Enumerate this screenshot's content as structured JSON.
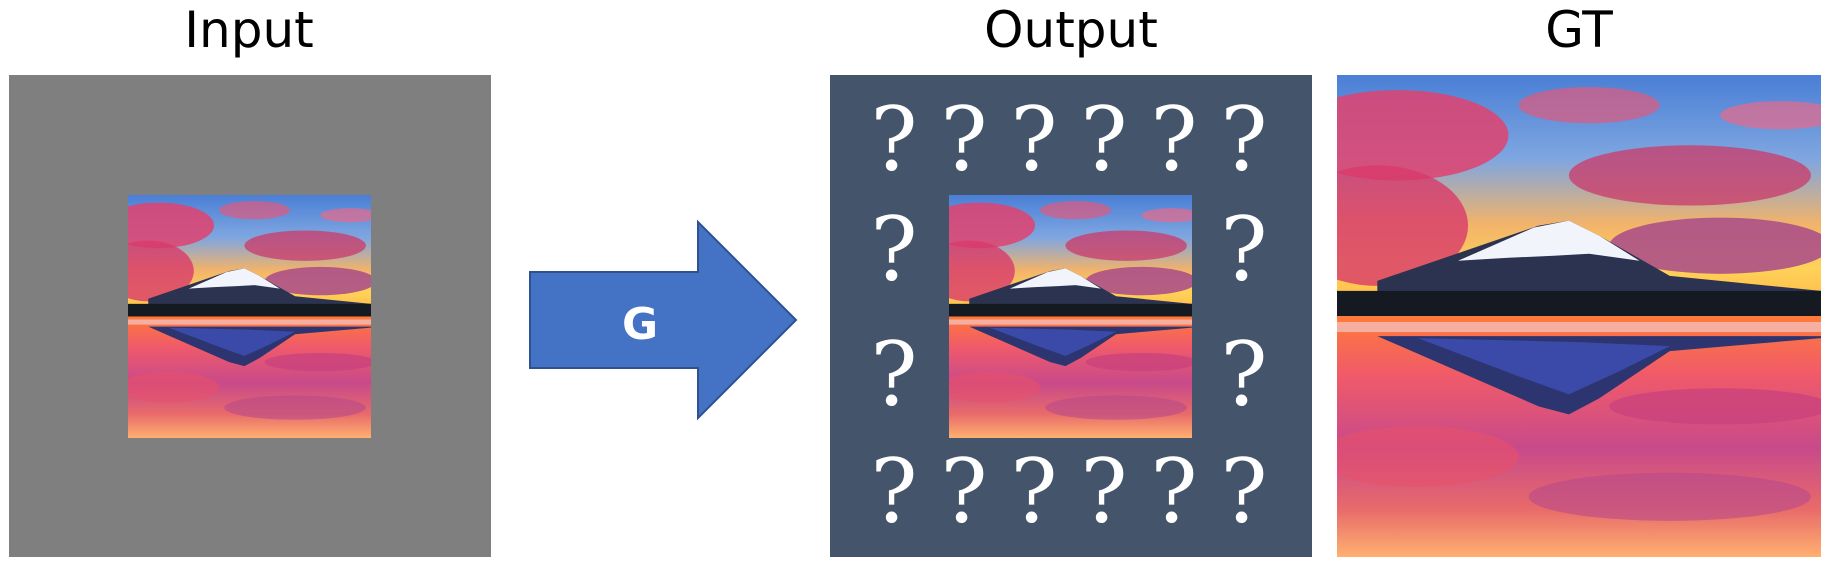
{
  "labels": {
    "input": "Input",
    "output": "Output",
    "gt": "GT"
  },
  "arrow": {
    "text": "G"
  },
  "question_mark": "?",
  "colors": {
    "input_bg": "#7f7f7f",
    "output_bg": "#44546a",
    "arrow_fill": "#4472c4",
    "arrow_stroke": "#2f528f"
  }
}
